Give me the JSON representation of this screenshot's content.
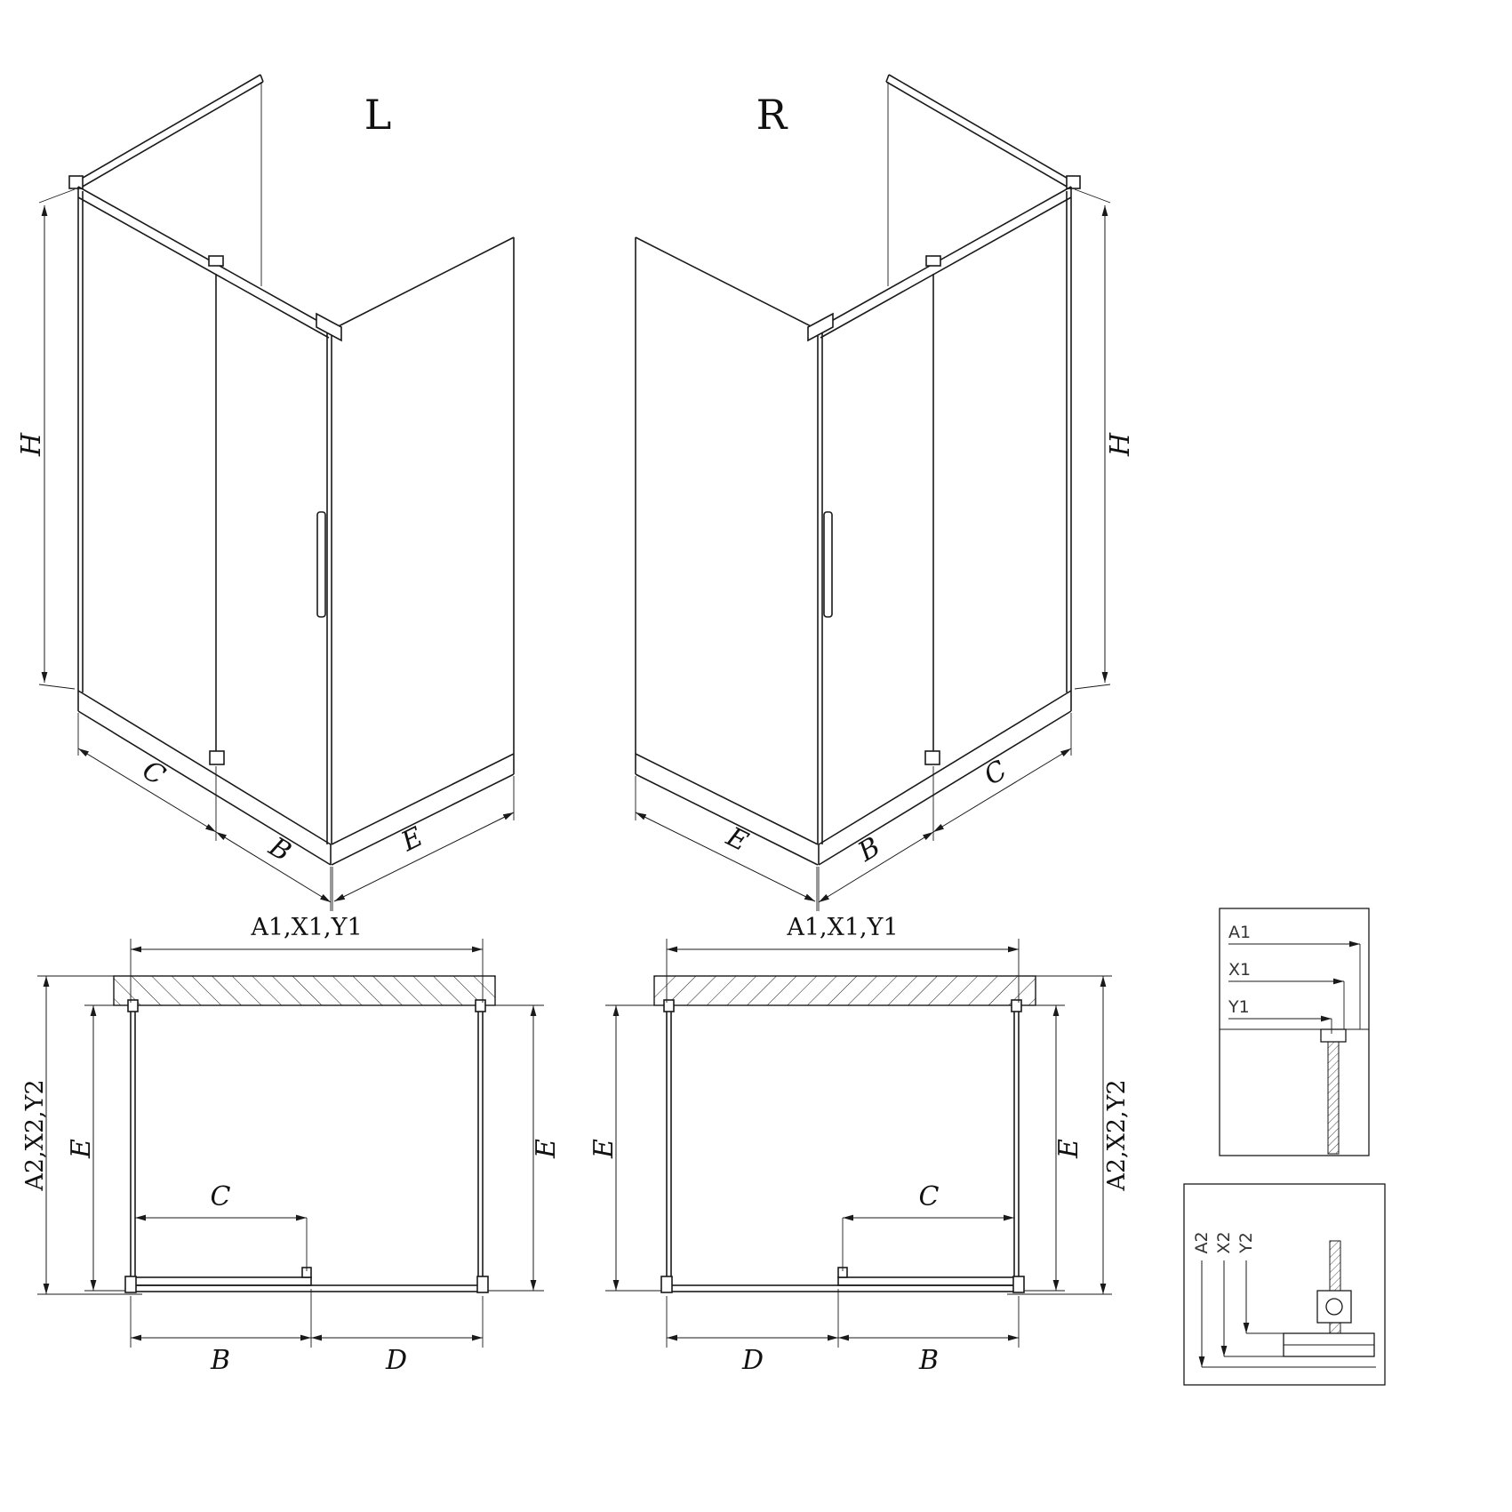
{
  "iso_left": {
    "label": "L",
    "h": "H",
    "c": "C",
    "b": "B",
    "e": "E"
  },
  "iso_right": {
    "label": "R",
    "h": "H",
    "c": "C",
    "b": "B",
    "e": "E"
  },
  "plan_left": {
    "width": "A1,X1,Y1",
    "depth": "A2,X2,Y2",
    "e_left": "E",
    "e_right": "E",
    "c": "C",
    "b": "B",
    "d": "D"
  },
  "plan_right": {
    "width": "A1,X1,Y1",
    "depth": "A2,X2,Y2",
    "e_left": "E",
    "e_right": "E",
    "c": "C",
    "b": "B",
    "d": "D"
  },
  "detail_top": {
    "a1": "A1",
    "x1": "X1",
    "y1": "Y1"
  },
  "detail_bottom": {
    "a2": "A2",
    "x2": "X2",
    "y2": "Y2"
  }
}
